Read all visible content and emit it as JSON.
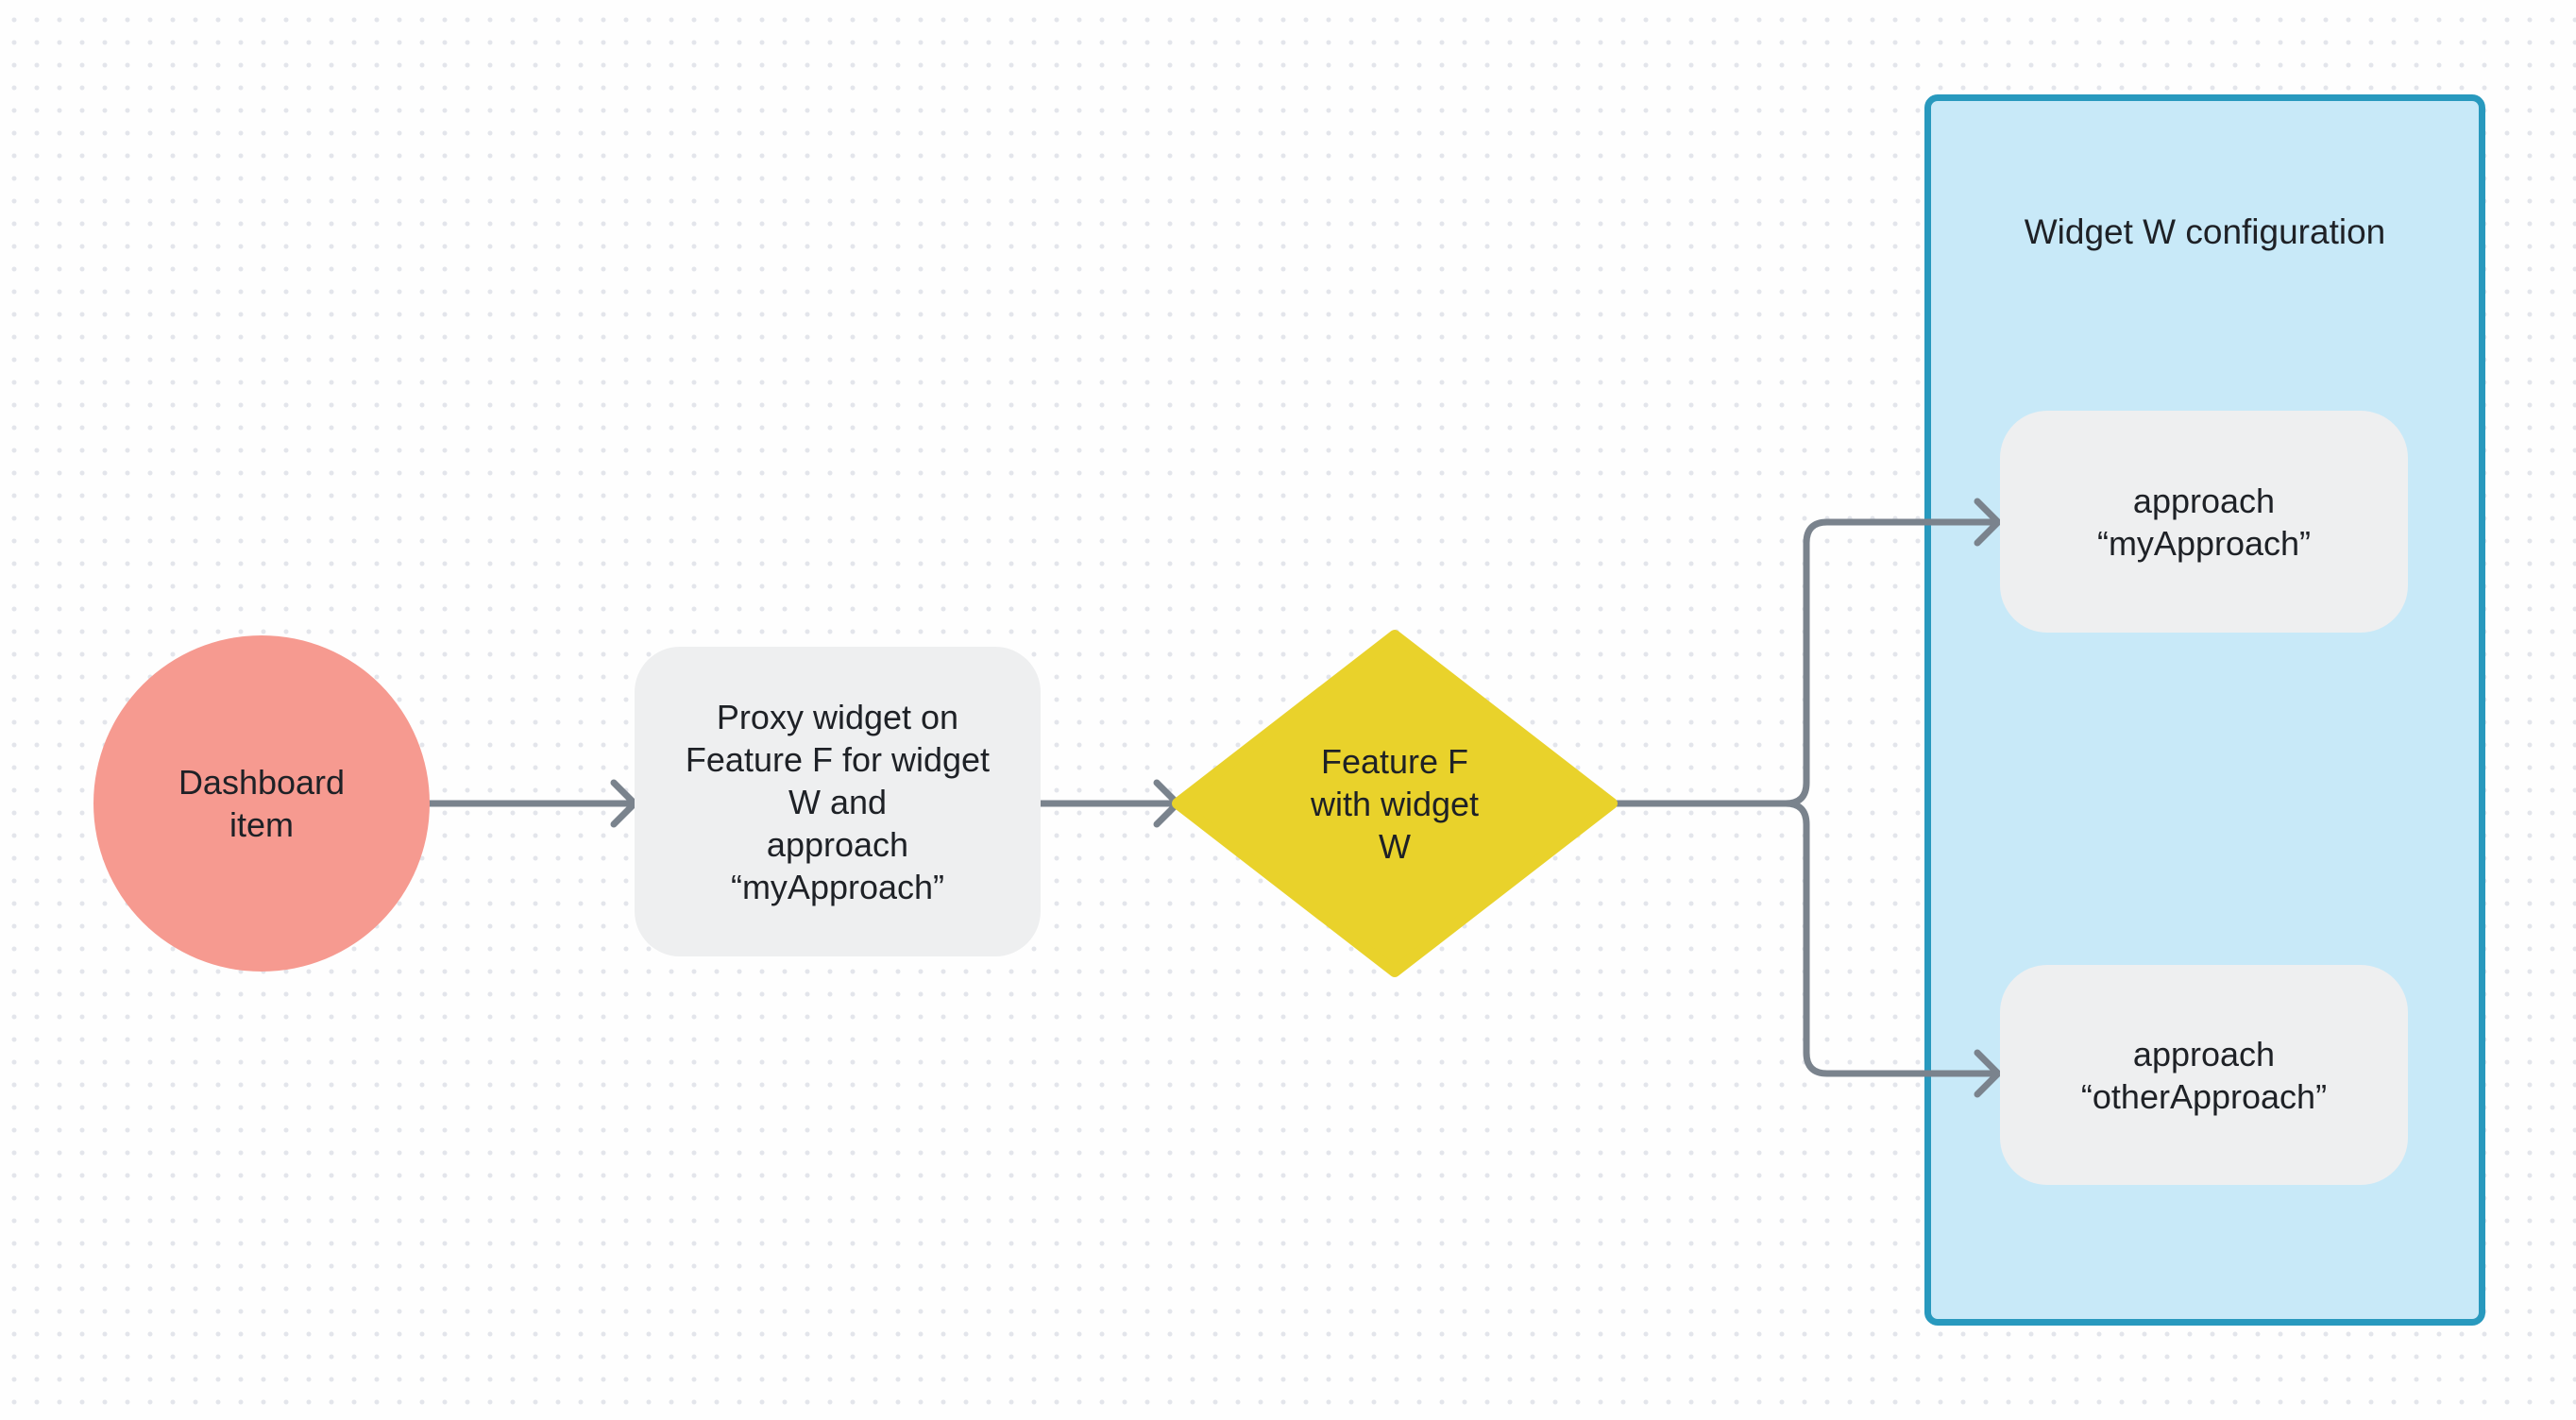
{
  "diagram": {
    "background_color": "#FEFEFE",
    "dot_color": "#E3E5EB",
    "text_color": "#1E2126",
    "connector": {
      "color": "#7A838D",
      "width": 7
    },
    "nodes": {
      "dashboard_item": {
        "type": "circle",
        "label": "Dashboard\nitem",
        "fill": "#F69A90"
      },
      "proxy_widget": {
        "type": "rounded-rect",
        "label": "Proxy widget on\nFeature F for widget\nW and\napproach\n“myApproach”",
        "fill": "#EEEFF0"
      },
      "feature_decision": {
        "type": "diamond",
        "label": "Feature F\nwith widget\nW",
        "fill": "#E9D22B"
      },
      "approach_my": {
        "type": "rounded-rect",
        "label": "approach\n“myApproach”",
        "fill": "#EEEFF0"
      },
      "approach_other": {
        "type": "rounded-rect",
        "label": "approach\n“otherApproach”",
        "fill": "#EEEFF0"
      }
    },
    "container": {
      "title": "Widget W configuration",
      "fill": "#C8E9F8",
      "border_color": "#2899BE"
    }
  }
}
